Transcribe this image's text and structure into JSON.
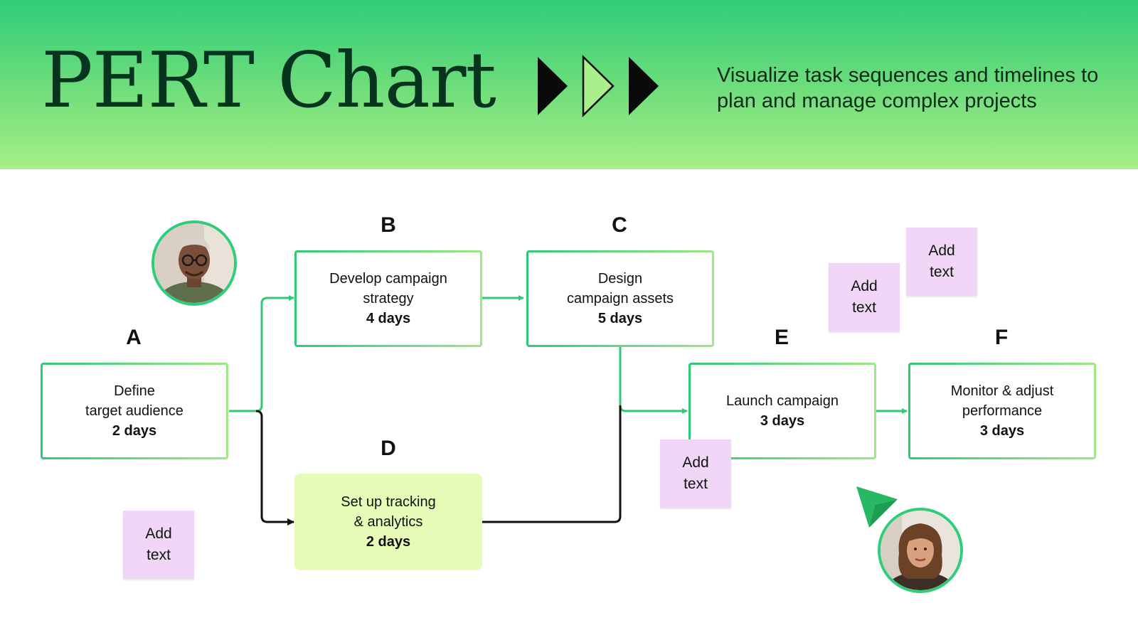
{
  "header": {
    "title": "PERT Chart",
    "subtitle": "Visualize task sequences and timelines to plan and manage complex projects",
    "colors": {
      "gradient_top": "#2fcd79",
      "gradient_bottom": "#a7ee85",
      "title": "#07341f"
    },
    "icons": [
      "chevron-right-dark",
      "chevron-right-light-green",
      "chevron-right-dark"
    ]
  },
  "colors": {
    "node_border_start": "#2fc97a",
    "node_border_end": "#9ee885",
    "highlight_fill": "#e6fbb8",
    "sticky_note": "#f1d6f7",
    "connector_green": "#34c77a",
    "connector_black": "#111111"
  },
  "nodes": {
    "A": {
      "letter": "A",
      "line1": "Define",
      "line2": "target audience",
      "duration": "2 days"
    },
    "B": {
      "letter": "B",
      "line1": "Develop campaign",
      "line2": "strategy",
      "duration": "4 days"
    },
    "C": {
      "letter": "C",
      "line1": "Design",
      "line2": "campaign assets",
      "duration": "5 days"
    },
    "D": {
      "letter": "D",
      "line1": "Set up tracking",
      "line2": "& analytics",
      "duration": "2 days"
    },
    "E": {
      "letter": "E",
      "line1": "Launch campaign",
      "duration": "3 days"
    },
    "F": {
      "letter": "F",
      "line1": "Monitor & adjust",
      "line2": "performance",
      "duration": "3 days"
    }
  },
  "sticky_notes": [
    {
      "line1": "Add",
      "line2": "text"
    },
    {
      "line1": "Add",
      "line2": "text"
    },
    {
      "line1": "Add",
      "line2": "text"
    },
    {
      "line1": "Add",
      "line2": "text"
    }
  ],
  "avatars": [
    "man-with-glasses-avatar",
    "woman-with-curly-hair-avatar"
  ]
}
